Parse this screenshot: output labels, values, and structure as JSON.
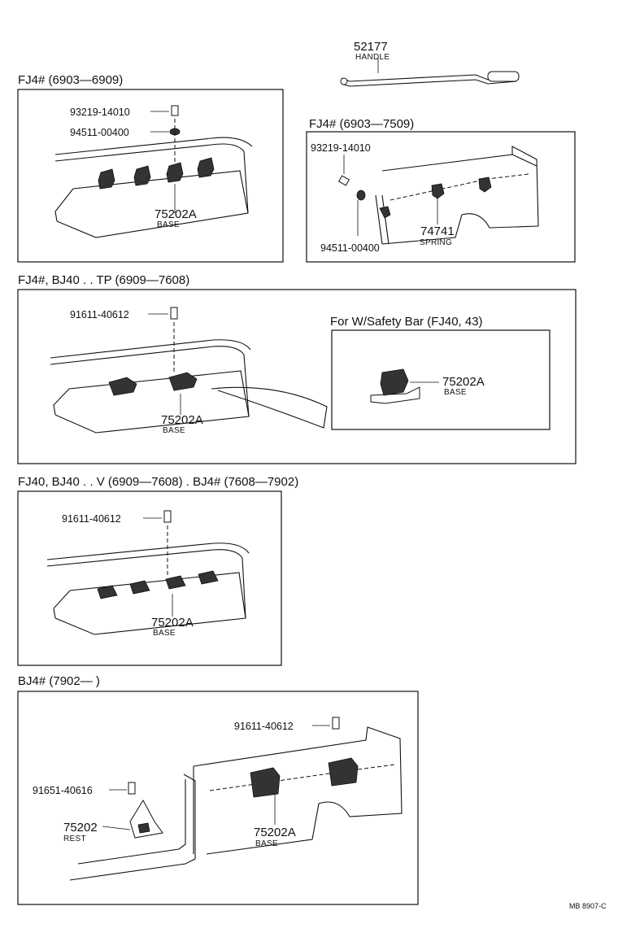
{
  "handle": {
    "part_no": "52177",
    "name": "HANDLE"
  },
  "sections": [
    {
      "title": "FJ4# (6903—6909)",
      "bolt": "93219-14010",
      "washer": "94511-00400",
      "base_no": "75202A",
      "base_name": "BASE"
    },
    {
      "title": "FJ4# (6903—7509)",
      "bolt": "93219-14010",
      "washer": "94511-00400",
      "spring_no": "74741",
      "spring_name": "SPRING"
    },
    {
      "title": "FJ4#, BJ40 . . TP (6909—7608)",
      "bolt": "91611-40612",
      "base_no": "75202A",
      "base_name": "BASE",
      "inset_title": "For W/Safety Bar (FJ40, 43)",
      "inset_base_no": "75202A",
      "inset_base_name": "BASE"
    },
    {
      "title": "FJ40, BJ40 . . V (6909—7608) . BJ4# (7608—7902)",
      "bolt": "91611-40612",
      "base_no": "75202A",
      "base_name": "BASE"
    },
    {
      "title": "BJ4# (7902—          )",
      "bolt": "91611-40612",
      "bolt2": "91651-40616",
      "rest_no": "75202",
      "rest_name": "REST",
      "base_no": "75202A",
      "base_name": "BASE"
    }
  ],
  "footer_code": "MB 8907-C"
}
